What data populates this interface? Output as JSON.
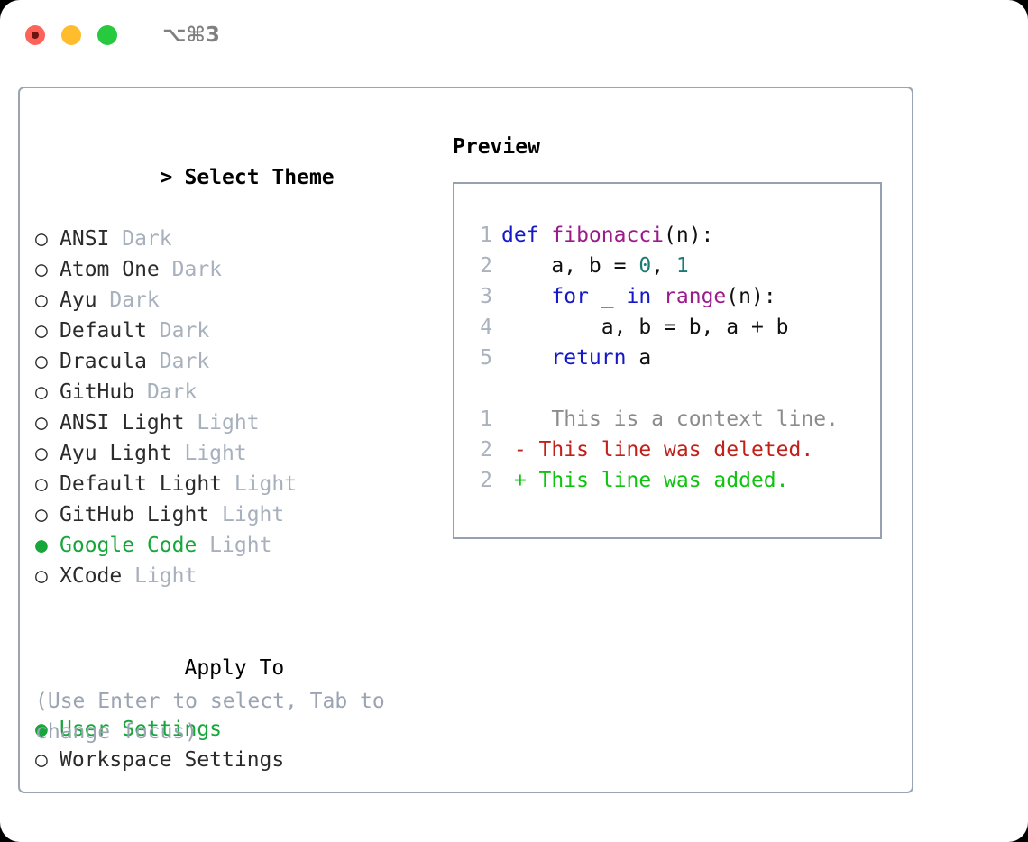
{
  "window": {
    "shortcut": "⌥⌘3",
    "traffic_lights": [
      {
        "name": "close-button",
        "color": "#ff6259"
      },
      {
        "name": "minimize-button",
        "color": "#ffbd2e"
      },
      {
        "name": "maximize-button",
        "color": "#27c93f"
      }
    ],
    "panel_border_color": "#9aa4b4"
  },
  "colors": {
    "selected_green": "#16a63a",
    "muted_gray": "#a7b0bd",
    "hint_gray": "#9ba4b3",
    "keyword_blue": "#1518c9",
    "function_magenta": "#9b1b8c",
    "number_teal": "#1a7a74",
    "diff_deleted_red": "#c0211a",
    "diff_added_green": "#0ec40e",
    "context_gray": "#8c8c8c",
    "lineno_gray": "#aab2bd"
  },
  "theme_section": {
    "caret": ">",
    "title": "Select Theme",
    "marker_selected": "●",
    "marker_unselected": "○",
    "items": [
      {
        "label": "ANSI",
        "kind": "Dark",
        "selected": false
      },
      {
        "label": "Atom One",
        "kind": "Dark",
        "selected": false
      },
      {
        "label": "Ayu",
        "kind": "Dark",
        "selected": false
      },
      {
        "label": "Default",
        "kind": "Dark",
        "selected": false
      },
      {
        "label": "Dracula",
        "kind": "Dark",
        "selected": false
      },
      {
        "label": "GitHub",
        "kind": "Dark",
        "selected": false
      },
      {
        "label": "ANSI Light",
        "kind": "Light",
        "selected": false
      },
      {
        "label": "Ayu Light",
        "kind": "Light",
        "selected": false
      },
      {
        "label": "Default Light",
        "kind": "Light",
        "selected": false
      },
      {
        "label": "GitHub Light",
        "kind": "Light",
        "selected": false
      },
      {
        "label": "Google Code",
        "kind": "Light",
        "selected": true
      },
      {
        "label": "XCode",
        "kind": "Light",
        "selected": false
      }
    ]
  },
  "apply_to_section": {
    "title": "Apply To",
    "items": [
      {
        "label": "User Settings",
        "selected": true
      },
      {
        "label": "Workspace Settings",
        "selected": false
      }
    ]
  },
  "hint": "(Use Enter to select, Tab to change focus)",
  "preview": {
    "title": "Preview",
    "code_lines": [
      {
        "number": "1",
        "tokens": [
          {
            "text": "def ",
            "style": "kw"
          },
          {
            "text": "fibonacci",
            "style": "fn"
          },
          {
            "text": "(n):",
            "style": "txt"
          }
        ]
      },
      {
        "number": "2",
        "tokens": [
          {
            "text": "    a, b = ",
            "style": "txt"
          },
          {
            "text": "0",
            "style": "num"
          },
          {
            "text": ", ",
            "style": "txt"
          },
          {
            "text": "1",
            "style": "num"
          }
        ]
      },
      {
        "number": "3",
        "tokens": [
          {
            "text": "    ",
            "style": "txt"
          },
          {
            "text": "for",
            "style": "kw"
          },
          {
            "text": " _ ",
            "style": "txt"
          },
          {
            "text": "in",
            "style": "kw"
          },
          {
            "text": " ",
            "style": "txt"
          },
          {
            "text": "range",
            "style": "fn"
          },
          {
            "text": "(n):",
            "style": "txt"
          }
        ]
      },
      {
        "number": "4",
        "tokens": [
          {
            "text": "        a, b = b, a + b",
            "style": "txt"
          }
        ]
      },
      {
        "number": "5",
        "tokens": [
          {
            "text": "    ",
            "style": "txt"
          },
          {
            "text": "return",
            "style": "kw"
          },
          {
            "text": " a",
            "style": "txt"
          }
        ]
      }
    ],
    "diff_lines": [
      {
        "number": "1",
        "marker": " ",
        "text": "  This is a context line.",
        "style": "ctx"
      },
      {
        "number": "2",
        "marker": "-",
        "text": " This line was deleted.",
        "style": "del"
      },
      {
        "number": "2",
        "marker": "+",
        "text": " This line was added.",
        "style": "add"
      }
    ]
  }
}
